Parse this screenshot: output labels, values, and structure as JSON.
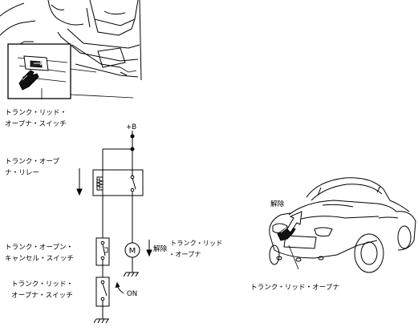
{
  "labels": {
    "switch_callout_line1": "トランク・リッド・",
    "switch_callout_line2": "オープナ・スイッチ",
    "supply": "+B",
    "relay_line1": "トランク・オープ",
    "relay_line2": "ナ・リレー",
    "cancel_switch_line1": "トランク・オープン・",
    "cancel_switch_line2": "キャンセル・スイッチ",
    "lid_switch_line1": "トランク・リッド・",
    "lid_switch_line2": "オープナ・スイッチ",
    "motor_symbol": "M",
    "release_left": "解除",
    "opener_line1": "トランク・リッド",
    "opener_line2": "・オープナ",
    "switch_state": "ON",
    "release_car": "解除",
    "car_callout": "トランク・リッド・オープナ"
  },
  "icons": {
    "hand_press": "hand-press-icon",
    "relay_coil": "relay-coil-icon",
    "motor": "motor-icon",
    "ground": "ground-icon",
    "arrow_down": "arrow-down-icon",
    "arrow_up": "arrow-up-icon"
  }
}
